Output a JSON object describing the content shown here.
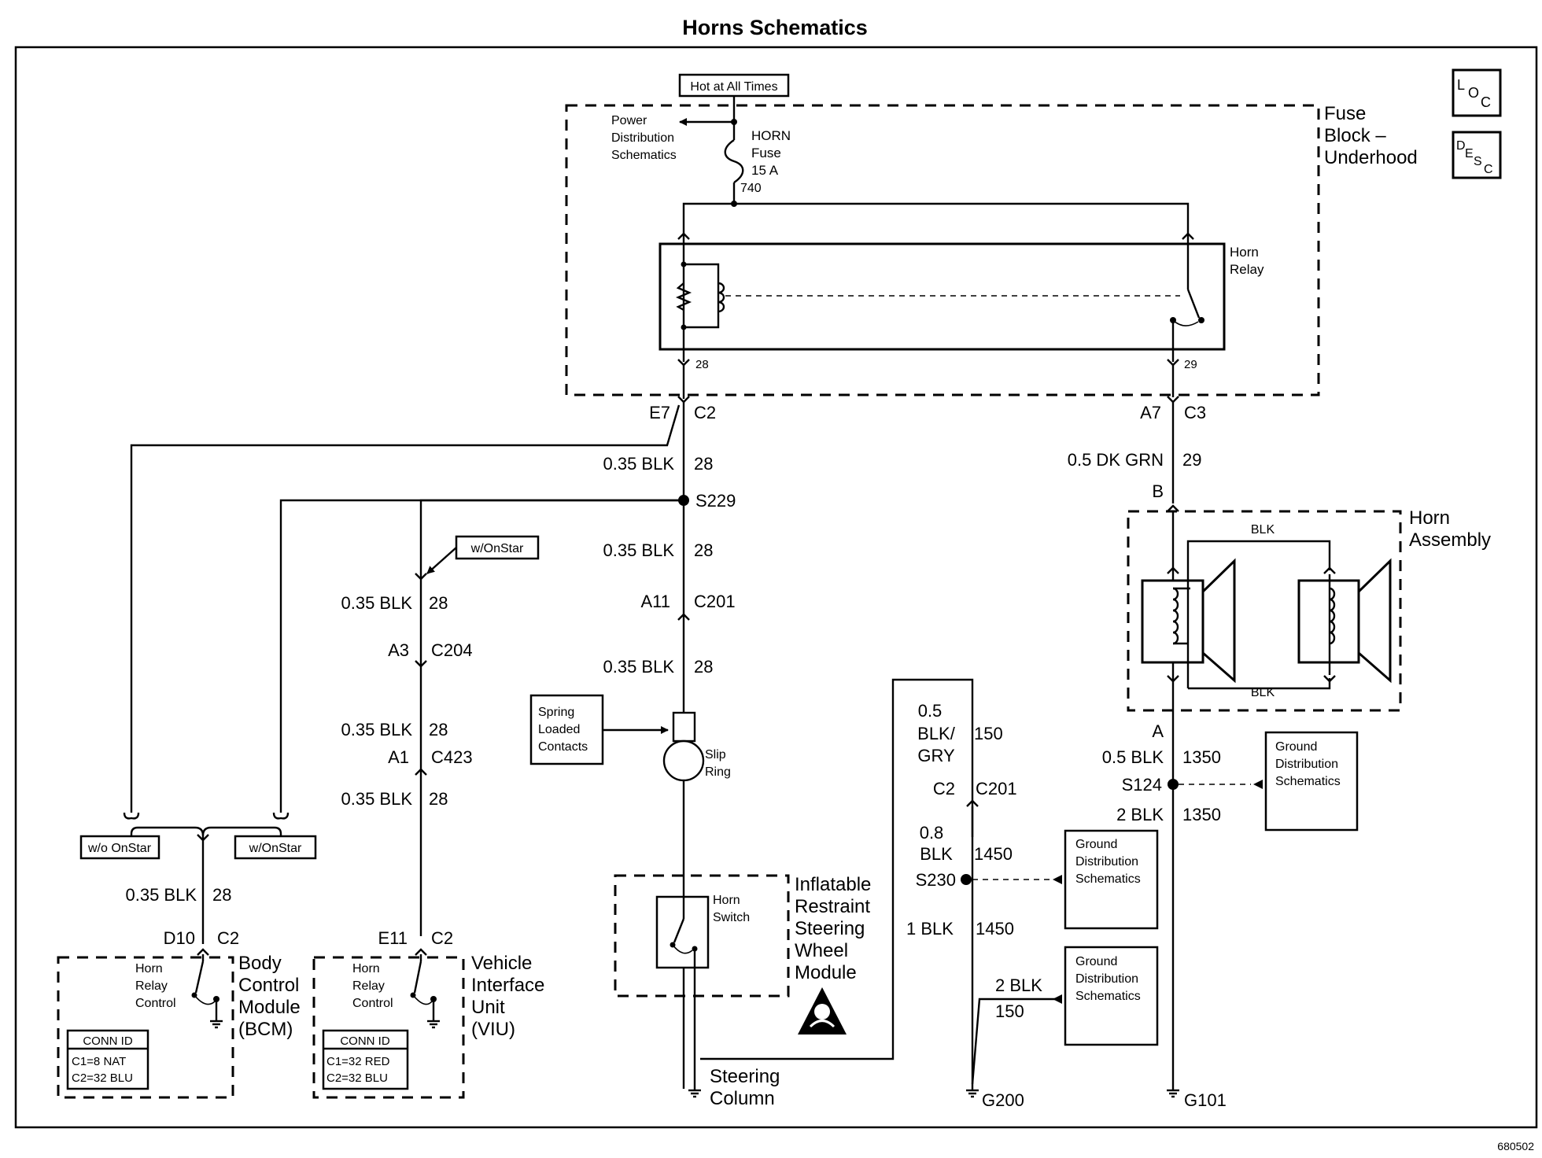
{
  "title": "Horns Schematics",
  "figure_id": "680502",
  "icons": {
    "loc": "L O C",
    "desc": "D E S C",
    "airbag_warning": "airbag-warning-icon",
    "ground": "ground-symbol-icon"
  },
  "power": {
    "hot_label": "Hot at All Times",
    "power_dist": [
      "Power",
      "Distribution",
      "Schematics"
    ],
    "fuse": [
      "HORN",
      "Fuse",
      "15 A"
    ],
    "fuse_circuit": "740",
    "fuse_block": [
      "Fuse",
      "Block –",
      "Underhood"
    ]
  },
  "relay": {
    "name": [
      "Horn",
      "Relay"
    ],
    "pin_left": "28",
    "pin_right": "29"
  },
  "left_branch": {
    "conn_pin": "E7",
    "conn_id": "C2",
    "wire": [
      "0.35 BLK",
      "28"
    ],
    "splice": "S229",
    "wire2": [
      "0.35 BLK",
      "28"
    ],
    "conn2_pin": "A11",
    "conn2_id": "C201",
    "wire3": [
      "0.35 BLK",
      "28"
    ]
  },
  "viu_branch": {
    "option": "w/OnStar",
    "wire1": [
      "0.35 BLK",
      "28"
    ],
    "conn1": [
      "A3",
      "C204"
    ],
    "wire2": [
      "0.35 BLK",
      "28"
    ],
    "conn2": [
      "A1",
      "C423"
    ],
    "wire3": [
      "0.35 BLK",
      "28"
    ],
    "conn3": [
      "E11",
      "C2"
    ]
  },
  "bcm_branch": {
    "option_wo": "w/o OnStar",
    "option_w": "w/OnStar",
    "wire": [
      "0.35 BLK",
      "28"
    ],
    "conn": [
      "D10",
      "C2"
    ]
  },
  "bcm": {
    "control": [
      "Horn",
      "Relay",
      "Control"
    ],
    "name": [
      "Body",
      "Control",
      "Module",
      "(BCM)"
    ],
    "conn_header": "CONN ID",
    "conns": [
      "C1=8 NAT",
      "C2=32 BLU"
    ]
  },
  "viu": {
    "control": [
      "Horn",
      "Relay",
      "Control"
    ],
    "name": [
      "Vehicle",
      "Interface",
      "Unit",
      "(VIU)"
    ],
    "conn_header": "CONN ID",
    "conns": [
      "C1=32 RED",
      "C2=32 BLU"
    ]
  },
  "steering": {
    "spring": [
      "Spring",
      "Loaded",
      "Contacts"
    ],
    "slip": [
      "Slip",
      "Ring"
    ],
    "switch": [
      "Horn",
      "Switch"
    ],
    "module": [
      "Inflatable",
      "Restraint",
      "Steering",
      "Wheel",
      "Module"
    ],
    "column": [
      "Steering",
      "Column"
    ]
  },
  "ground_150": {
    "wire1": [
      "0.5",
      "BLK/",
      "GRY"
    ],
    "circuit1": "150",
    "conn": [
      "C2",
      "C201"
    ],
    "wire2": [
      "0.8",
      "BLK"
    ],
    "circuit2": "1450",
    "splice": "S230",
    "wire3": [
      "1 BLK",
      "1450"
    ],
    "wire4": [
      "2 BLK",
      "150"
    ],
    "ground": "G200",
    "gds": [
      "Ground",
      "Distribution",
      "Schematics"
    ]
  },
  "horn_branch": {
    "conn": [
      "A7",
      "C3"
    ],
    "wire": [
      "0.5 DK GRN",
      "29"
    ],
    "pin_b": "B",
    "assembly": [
      "Horn",
      "Assembly"
    ],
    "blk_top": "BLK",
    "blk_bottom": "BLK",
    "pin_a": "A",
    "wire2": [
      "0.5 BLK",
      "1350"
    ],
    "splice": "S124",
    "wire3": [
      "2 BLK",
      "1350"
    ],
    "ground": "G101",
    "gds": [
      "Ground",
      "Distribution",
      "Schematics"
    ]
  }
}
